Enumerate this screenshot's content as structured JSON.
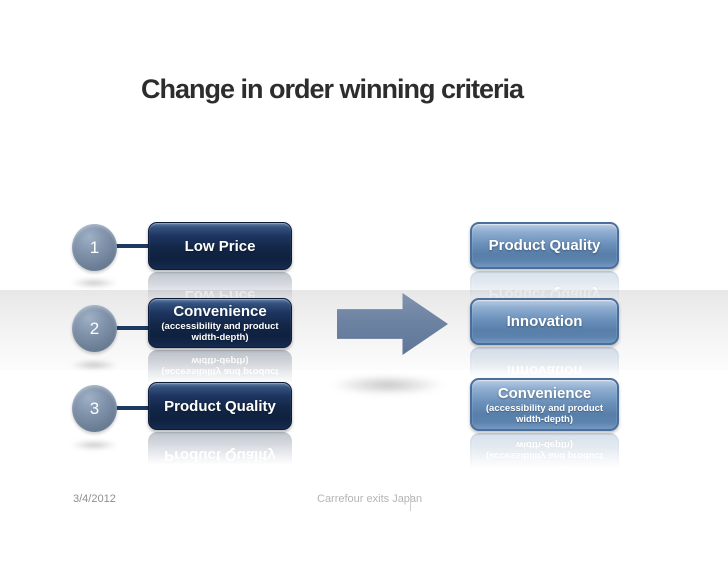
{
  "title": "Change in order winning criteria",
  "left_items": [
    {
      "number": "1",
      "label": "Low Price",
      "sub": ""
    },
    {
      "number": "2",
      "label": "Convenience",
      "sub": "(accessibility and product width-depth)"
    },
    {
      "number": "3",
      "label": "Product Quality",
      "sub": ""
    }
  ],
  "right_items": [
    {
      "label": "Product Quality",
      "sub": ""
    },
    {
      "label": "Innovation",
      "sub": ""
    },
    {
      "label": "Convenience",
      "sub": "(accessibility and product width-depth)"
    }
  ],
  "footer": {
    "date": "3/4/2012",
    "note": "Carrefour exits Japan"
  },
  "colors": {
    "title_text": "#2d2d2d",
    "band_top": "#e7e7e7",
    "connector": "#1d3a63",
    "arrow": "#6d83a2",
    "box_dark": "#13274b",
    "box_light": "#6b92bd",
    "circle": "#74889f",
    "footer_date": "#8f8f8f",
    "footer_note": "#b5b5b5"
  }
}
